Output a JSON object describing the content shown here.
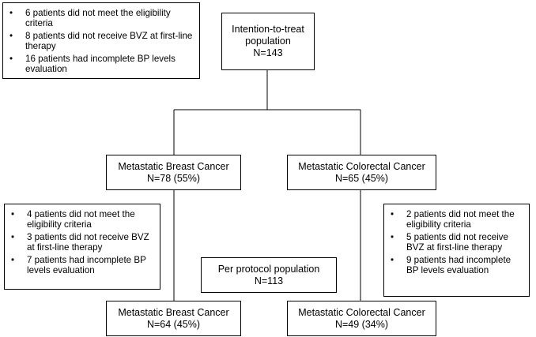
{
  "exclusions_top": [
    "6 patients did not meet the eligibility criteria",
    "8 patients did not receive BVZ at first-line therapy",
    "16 patients had incomplete BP levels evaluation"
  ],
  "itt": {
    "line1": "Intention-to-treat",
    "line2": "population",
    "line3": "N=143"
  },
  "mbc_itt": {
    "title": "Metastatic Breast Cancer",
    "n": "N=78 (55%)"
  },
  "mcrc_itt": {
    "title": "Metastatic Colorectal Cancer",
    "n": "N=65 (45%)"
  },
  "exclusions_breast": [
    "4 patients did not meet the eligibility criteria",
    "3 patients did not receive BVZ at first-line therapy",
    "7 patients had incomplete BP levels evaluation"
  ],
  "exclusions_colorectal": [
    "2 patients did not meet the eligibility criteria",
    "5 patients did not receive BVZ at first-line therapy",
    "9 patients had incomplete BP levels evaluation"
  ],
  "per_protocol": {
    "title": "Per protocol population",
    "n": "N=113"
  },
  "mbc_pp": {
    "title": "Metastatic Breast Cancer",
    "n": "N=64 (45%)"
  },
  "mcrc_pp": {
    "title": "Metastatic Colorectal Cancer",
    "n": "N=49 (34%)"
  }
}
